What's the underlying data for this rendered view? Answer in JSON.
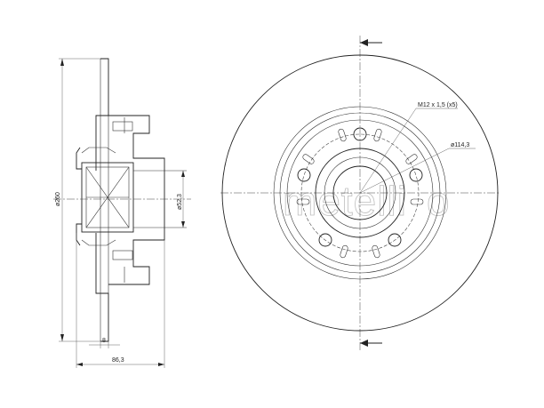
{
  "watermark": "metelli",
  "watermark_suffix": "o",
  "side_view": {
    "overall_diameter": "ø260",
    "bore_diameter": "ø52,3",
    "thickness": "8",
    "height": "86,3"
  },
  "front_view": {
    "thread_spec": "M12 x 1,5  (x5)",
    "pcd": "ø114,3"
  },
  "colors": {
    "line": "#222222",
    "background": "#ffffff"
  }
}
